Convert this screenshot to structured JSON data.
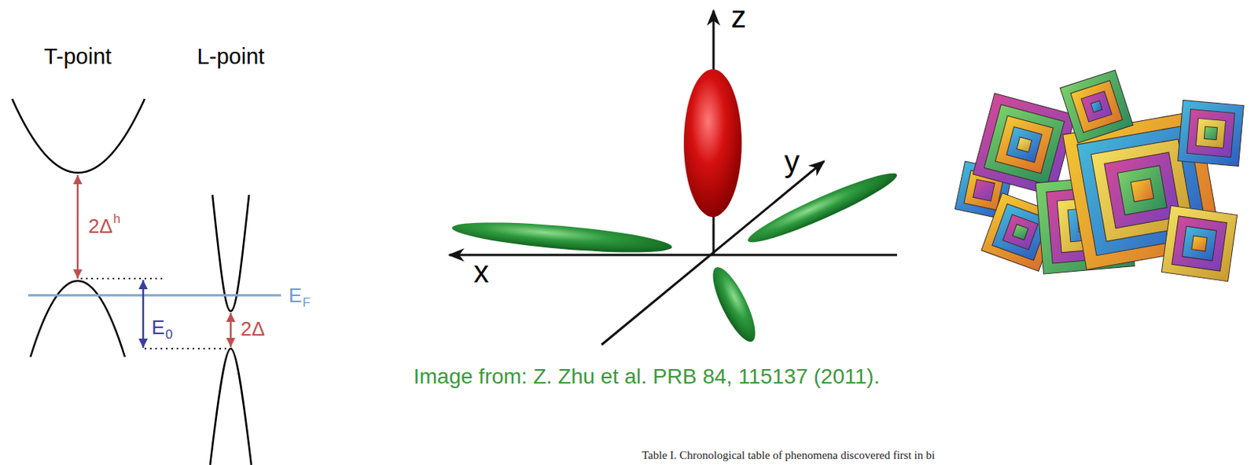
{
  "diagram": {
    "caption": "Image from: Z. Zhu et al. PRB 84, 115137 (2011).",
    "labels": [
      "T-point",
      "L-point",
      "2Δ",
      "h",
      "E",
      "F",
      "E",
      "0",
      "2Δ",
      "z",
      "y",
      "x",
      "Table I. Chronological table of phenomena discovered first in bi"
    ]
  }
}
